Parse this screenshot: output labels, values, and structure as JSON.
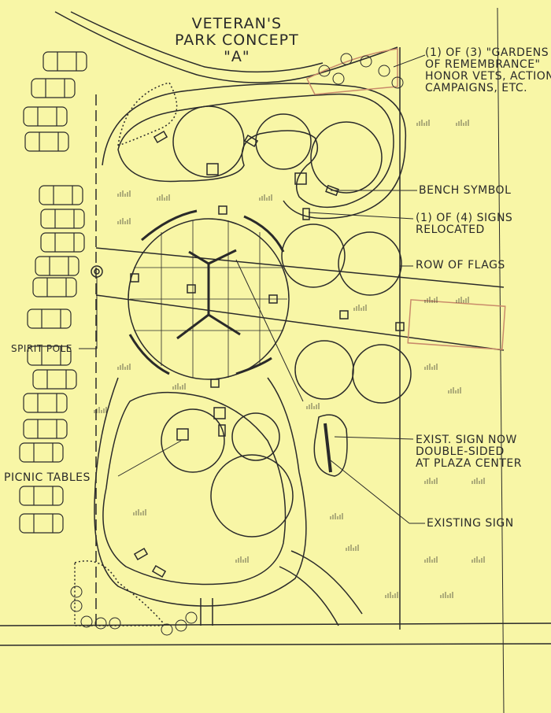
{
  "title": {
    "line1": "VETERAN'S",
    "line2": "PARK CONCEPT",
    "line3": "\"A\""
  },
  "labels": {
    "gardens": [
      "(1) OF (3) \"GARDENS",
      "OF REMEMBRANCE\"",
      "HONOR VETS, ACTION,",
      "CAMPAIGNS, ETC."
    ],
    "bench": "BENCH SYMBOL",
    "signs": [
      "(1) OF (4) SIGNS",
      "RELOCATED"
    ],
    "flags": "ROW OF FLAGS",
    "spirit_pole": "SPIRIT POLE",
    "exist_sign": [
      "EXIST. SIGN NOW",
      "DOUBLE-SIDED",
      "AT PLAZA CENTER"
    ],
    "picnic": "PICNIC TABLES",
    "existing_sign": "EXISTING SIGN"
  },
  "colors": {
    "paper": "#f8f6a6",
    "ink": "#2a2a2a",
    "accent": "#c98a6a"
  }
}
